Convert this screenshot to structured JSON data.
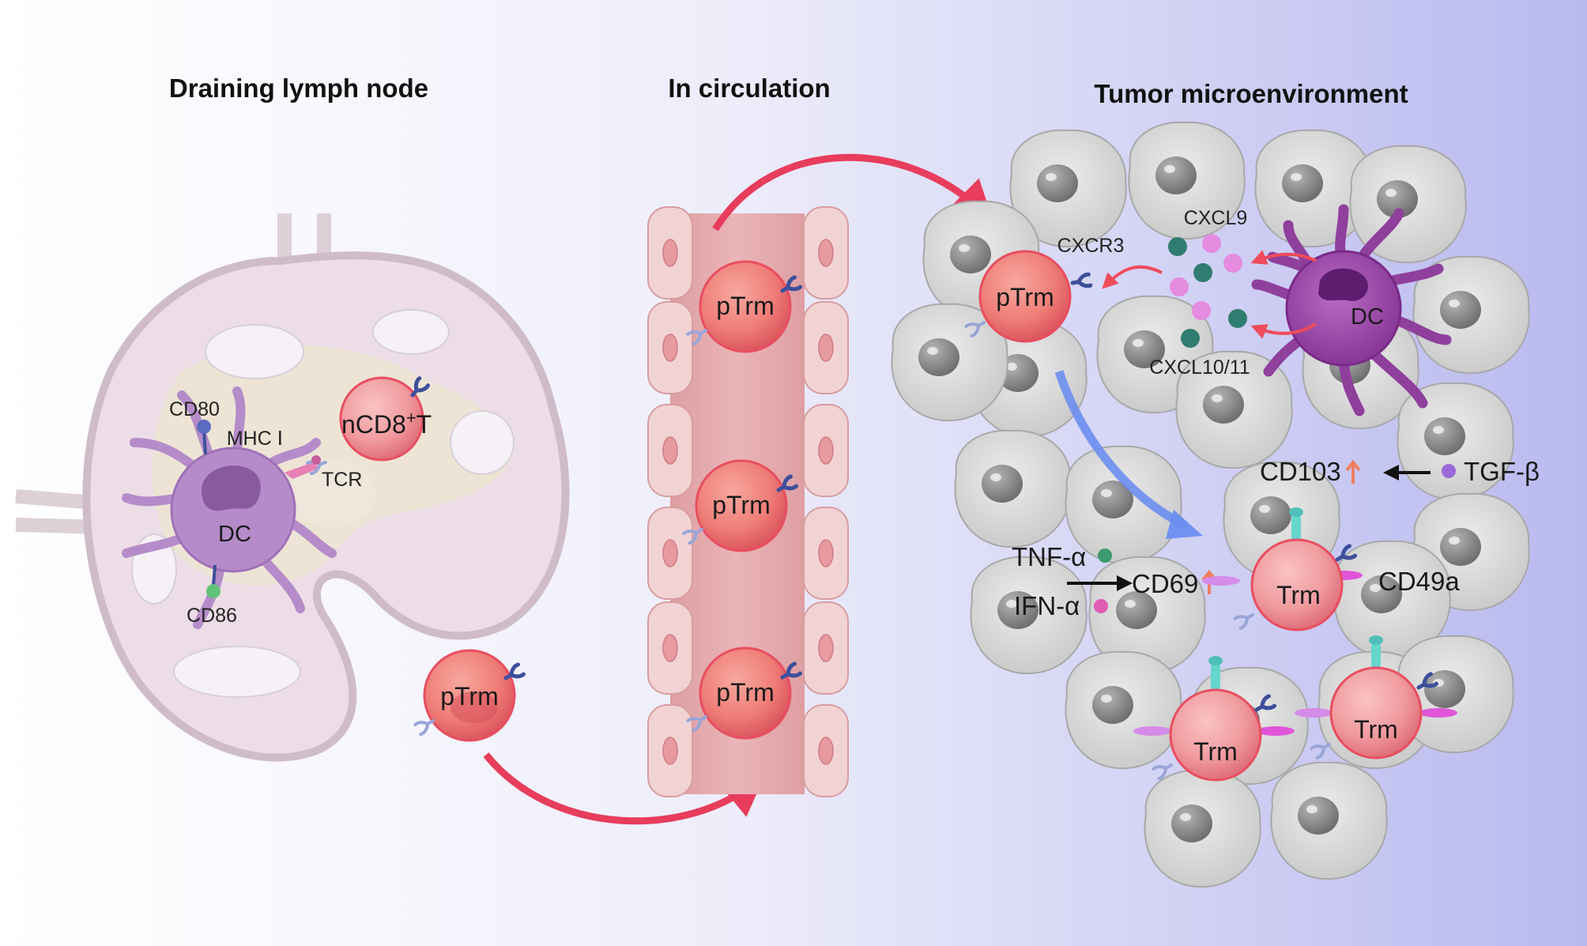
{
  "titles": {
    "lymph_node": "Draining lymph node",
    "circulation": "In circulation",
    "tumor": "Tumor microenvironment"
  },
  "lymph_node": {
    "dc_label": "DC",
    "cd80": "CD80",
    "cd86": "CD86",
    "mhc": "MHC Ⅰ",
    "tcr": "TCR",
    "naive_cell": "nCD8",
    "naive_sup": "+",
    "naive_suffix": "T",
    "exit_cell": "pTrm"
  },
  "circulation": {
    "cells": [
      "pTrm",
      "pTrm",
      "pTrm"
    ]
  },
  "tumor": {
    "ptrm": "pTrm",
    "cxcr3": "CXCR3",
    "cxcl9": "CXCL9",
    "cxcl1011": "CXCL10/11",
    "dc_label": "DC",
    "cd103": "CD103",
    "tgfb": "TGF-β",
    "tnfa": "TNF-α",
    "ifna": "IFN-α",
    "cd69": "CD69",
    "cd49a": "CD49a",
    "trm_cells": [
      "Trm",
      "Trm",
      "Trm"
    ]
  },
  "colors": {
    "t_cell": "#e25a62",
    "dc_ln": "#b58cc9",
    "dc_tumor": "#8f3f9c",
    "tumor_cell": "#d6d6d6",
    "arrow_red": "#e83d5c",
    "arrow_blue": "#6c8ef0",
    "chemokine_teal": "#2f7d70",
    "chemokine_pink": "#e58be0",
    "upregulation_arrow": "#f07e5e"
  }
}
